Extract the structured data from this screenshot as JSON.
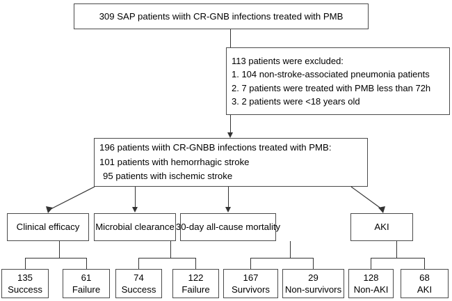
{
  "figure": {
    "type": "flowchart",
    "title": "Patient enrollment and outcome flow diagram"
  },
  "nodes": {
    "enrollment_total": {
      "text": "309 SAP patients wiith CR-GNB infections treated with PMB"
    },
    "exclusions": {
      "heading": "113 patients were excluded:",
      "items": [
        "1. 104 non-stroke-associated pneumonia patients",
        "2. 7 patients were treated with PMB less than 72h",
        "3. 2 patients were <18 years old"
      ]
    },
    "enrolled": {
      "line1": "196 patients wiith CR-GNBB infections treated with PMB:",
      "line2": "101 patients with hemorrhagic stroke",
      "line3": "95 patients with ischemic stroke"
    }
  },
  "categories": [
    {
      "label": "Clinical efficacy"
    },
    {
      "label": "Microbial clearance"
    },
    {
      "label": "30-day all-cause mortality"
    },
    {
      "label": "AKI"
    }
  ],
  "outcomes": [
    {
      "count": "135",
      "label": "Success"
    },
    {
      "count": "61",
      "label": "Failure"
    },
    {
      "count": "74",
      "label": "Success"
    },
    {
      "count": "122",
      "label": "Failure"
    },
    {
      "count": "167",
      "label": "Survivors"
    },
    {
      "count": "29",
      "label": "Non-survivors"
    },
    {
      "count": "128",
      "label": "Non-AKI"
    },
    {
      "count": "68",
      "label": "AKI"
    }
  ],
  "chart_data": {
    "type": "table",
    "title": "Patient enrollment and outcome flow diagram",
    "screened": 309,
    "excluded_total": 113,
    "excluded_reasons": [
      {
        "reason": "non-stroke-associated pneumonia patients",
        "n": 104
      },
      {
        "reason": "patients were treated with PMB less than 72h",
        "n": 7
      },
      {
        "reason": "patients were <18 years old",
        "n": 2
      }
    ],
    "enrolled": 196,
    "enrolled_breakdown": [
      {
        "group": "hemorrhagic stroke",
        "n": 101
      },
      {
        "group": "ischemic stroke",
        "n": 95
      }
    ],
    "outcomes": [
      {
        "category": "Clinical efficacy",
        "values": [
          {
            "label": "Success",
            "n": 135
          },
          {
            "label": "Failure",
            "n": 61
          }
        ]
      },
      {
        "category": "Microbial clearance",
        "values": [
          {
            "label": "Success",
            "n": 74
          },
          {
            "label": "Failure",
            "n": 122
          }
        ]
      },
      {
        "category": "30-day all-cause mortality",
        "values": [
          {
            "label": "Survivors",
            "n": 167
          },
          {
            "label": "Non-survivors",
            "n": 29
          }
        ]
      },
      {
        "category": "AKI",
        "values": [
          {
            "label": "Non-AKI",
            "n": 128
          },
          {
            "label": "AKI",
            "n": 68
          }
        ]
      }
    ]
  },
  "colors": {
    "box_border": "#4a4a4a",
    "connector": "#333333",
    "background": "#ffffff",
    "text": "#000000"
  }
}
